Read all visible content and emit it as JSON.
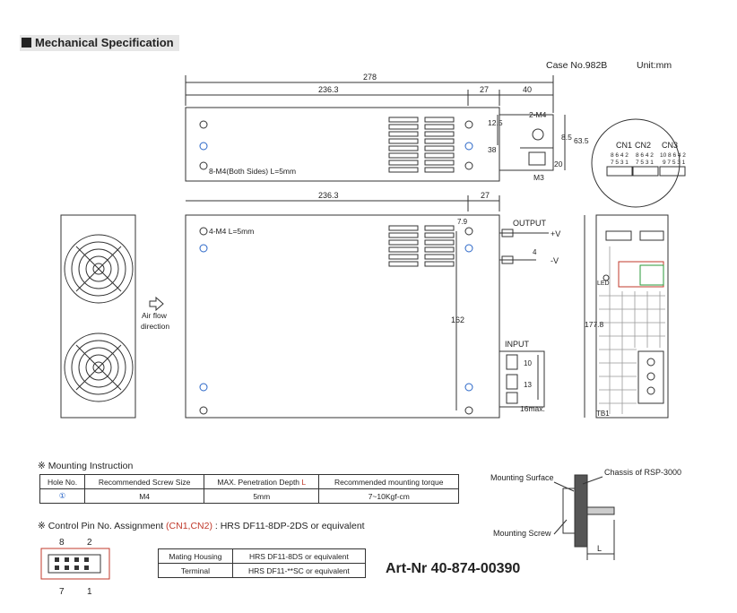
{
  "header": {
    "title": "Mechanical Specification",
    "case_no": "Case No.982B",
    "unit": "Unit:mm"
  },
  "top_view": {
    "dims": {
      "overall": "278",
      "body": "236.3",
      "front": "27",
      "bracket": "40",
      "height": "63.5",
      "h1": "12.5",
      "h2": "38",
      "h3": "20",
      "hole_d": "8.5"
    },
    "labels": {
      "screw": "2-M4",
      "m3": "M3",
      "side_screw": "8-M4(Both Sides) L=5mm"
    }
  },
  "front_view": {
    "dims": {
      "body": "236.3",
      "front": "27",
      "top": "7.9",
      "height": "162",
      "out_w": "4",
      "in1": "10",
      "in2": "13",
      "max": "16max.",
      "depth": "177.8"
    },
    "labels": {
      "screw": "4-M4 L=5mm",
      "output": "OUTPUT",
      "pos": "+V",
      "neg": "-V",
      "input": "INPUT",
      "airflow": "Air flow direction",
      "airflow1": "Air flow",
      "airflow2": "direction"
    }
  },
  "connectors": {
    "cn1": "CN1",
    "cn2": "CN2",
    "cn3": "CN3",
    "cn1_top": "8 6 4 2",
    "cn1_bot": "7 5 3 1",
    "cn2_top": "8 6 4 2",
    "cn2_bot": "7 5 3 1",
    "cn3_top": "10 8 6 4 2",
    "cn3_bot": "9 7 5 3 1",
    "tb1": "TB1",
    "led": "LED"
  },
  "mounting": {
    "heading": "Mounting Instruction",
    "headers": [
      "Hole No.",
      "Recommended Screw Size",
      "MAX. Penetration Depth ",
      "Recommended mounting torque"
    ],
    "depth_letter": "L",
    "row": [
      "①",
      "M4",
      "5mm",
      "7~10Kgf-cm"
    ],
    "diagram": {
      "surface": "Mounting Surface",
      "chassis": "Chassis of RSP-3000",
      "screw": "Mounting Screw",
      "l": "L"
    }
  },
  "control_pin": {
    "prefix": "※ Control Pin No. Assignment ",
    "highlight": "(CN1,CN2)",
    "suffix": " : HRS DF11-8DP-2DS or equivalent",
    "pin_top_left": "8",
    "pin_top_right": "2",
    "pin_bot_left": "7",
    "pin_bot_right": "1",
    "table": [
      [
        "Mating Housing",
        "HRS DF11-8DS or equivalent"
      ],
      [
        "Terminal",
        "HRS DF11-**SC or equivalent"
      ]
    ]
  },
  "art_nr": "Art-Nr 40-874-00390",
  "mark": "※",
  "hole_marker": "①"
}
